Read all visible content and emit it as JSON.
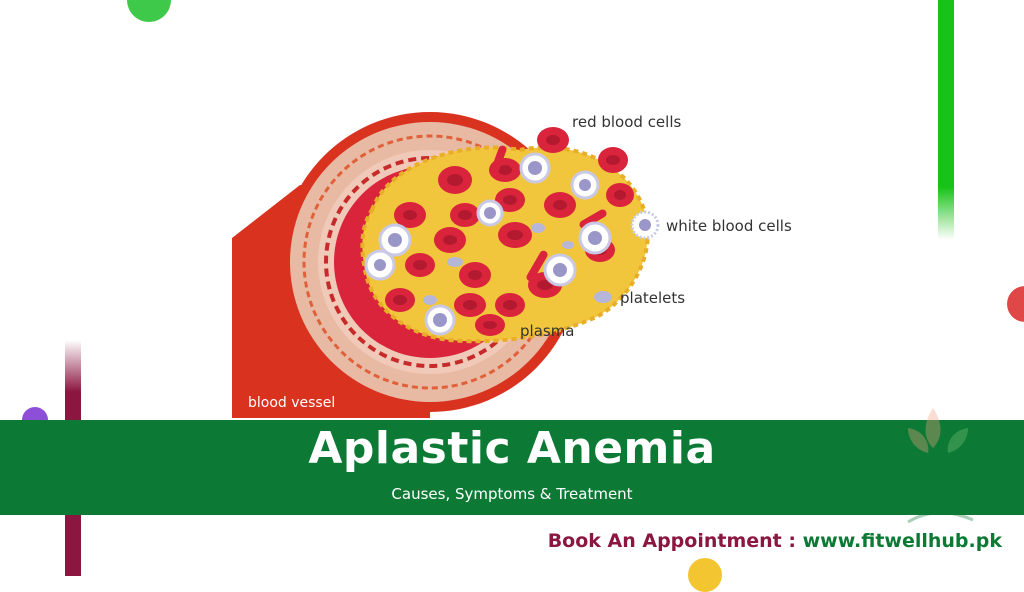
{
  "diagram": {
    "labels": {
      "red_blood_cells": "red blood cells",
      "white_blood_cells": "white blood cells",
      "platelets": "platelets",
      "plasma": "plasma",
      "blood_vessel": "blood vessel"
    }
  },
  "banner": {
    "title": "Aplastic Anemia",
    "subtitle": "Causes, Symptoms & Treatment"
  },
  "footer": {
    "appointment_label": "Book An Appointment :",
    "website": "www.fitwellhub.pk"
  },
  "logo": {
    "icon": "fitwellhub-leaf-figure-logo"
  },
  "colors": {
    "banner_green": "#0c7a35",
    "accent_maroon": "#8b1640",
    "accent_green": "#19c219",
    "vessel_red": "#d9321f",
    "plasma_yellow": "#f2c63c",
    "rbc_red": "#d9243c"
  }
}
